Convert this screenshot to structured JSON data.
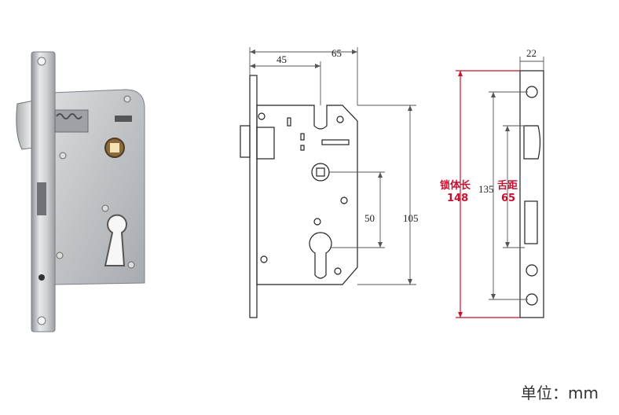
{
  "photo": {
    "name": "lock-body-photo"
  },
  "front_view": {
    "dim_total_width": "65",
    "dim_backset": "45",
    "dim_center_distance": "50",
    "dim_body_height": "105"
  },
  "side_view": {
    "dim_thickness": "22",
    "lock_body_length_label": "锁体长",
    "lock_body_length_value": "148",
    "faceplate_dim": "135",
    "latch_distance_label": "舌距",
    "latch_distance_value": "65"
  },
  "footer": {
    "unit_label": "单位：mm"
  },
  "colors": {
    "accent_red": "#c8102e",
    "line": "#222222"
  }
}
